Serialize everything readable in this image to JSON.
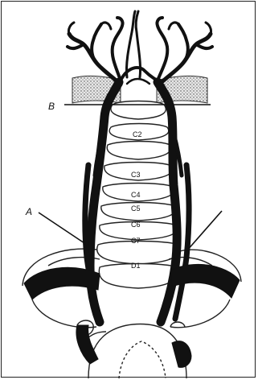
{
  "figure": {
    "callouts": {
      "A": "A",
      "B": "B"
    },
    "vertebrae": {
      "c2": "C2",
      "c3": "C3",
      "c4": "C4",
      "c5": "C5",
      "c6": "C6",
      "c7": "C7",
      "d1": "D1"
    }
  }
}
